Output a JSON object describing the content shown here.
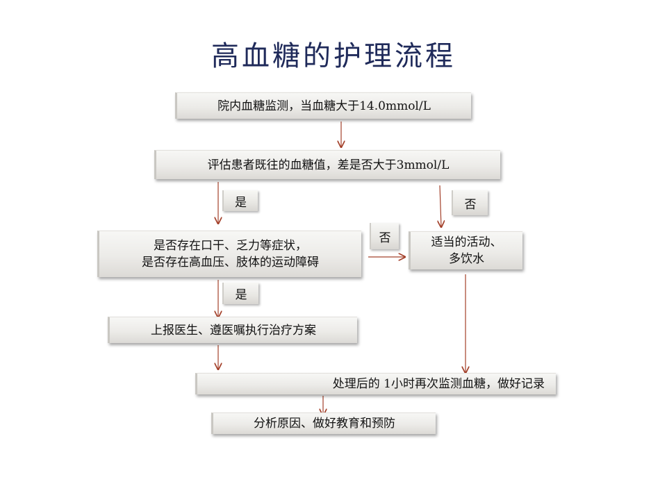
{
  "title": "高血糖的护理流程",
  "nodes": {
    "monitor": "院内血糖监测，当血糖大于14.0mmol/L",
    "assess": "评估患者既往的血糖值，差是否大于3mmol/L",
    "symptoms_line1": "是否存在口干、乏力等症状，",
    "symptoms_line2": "是否存在高血压、肢体的运动障碍",
    "activity_line1": "适当的活动、",
    "activity_line2": "多饮水",
    "report": "上报医生、遵医嘱执行治疗方案",
    "recheck": "处理后的 1小时再次监测血糖，做好记录",
    "analyze": "分析原因、做好教育和预防"
  },
  "labels": {
    "yes1": "是",
    "no1": "否",
    "no2": "否",
    "yes2": "是"
  },
  "colors": {
    "arrow": "#a3402a",
    "title": "#1f2a5a"
  }
}
